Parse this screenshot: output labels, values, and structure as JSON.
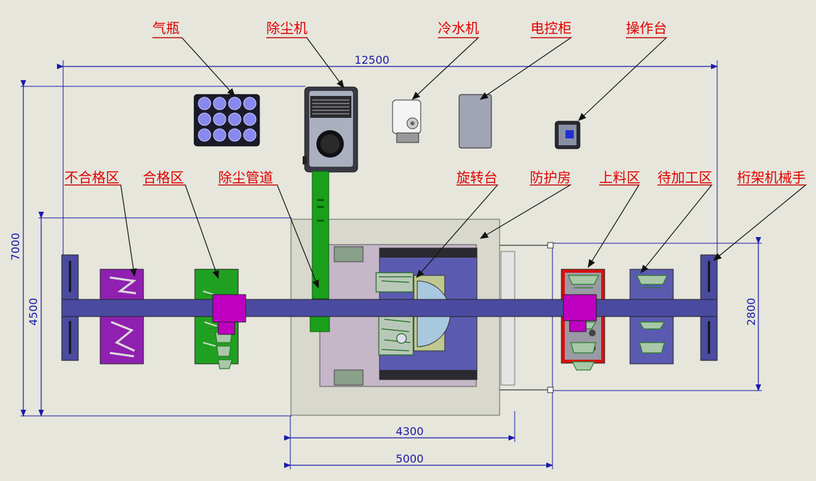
{
  "labels": {
    "gas_bottle": "气瓶",
    "dust_collector": "除尘机",
    "chiller": "冷水机",
    "control_cabinet": "电控柜",
    "operation_console": "操作台",
    "unqualified_area": "不合格区",
    "qualified_area": "合格区",
    "dust_pipe": "除尘管道",
    "rotary_table": "旋转台",
    "protection_room": "防护房",
    "loading_area": "上料区",
    "pending_area": "待加工区",
    "gantry_robot": "桁架机械手"
  },
  "dimensions": {
    "overall_width": "12500",
    "overall_height": "7000",
    "height_4500": "4500",
    "width_4300": "4300",
    "width_5000": "5000",
    "height_2800": "2800"
  },
  "colors": {
    "background": "#e6e6dc",
    "label_red": "#e00000",
    "dimension_blue": "#1a1aaa",
    "gantry_beam": "#4a4aa0",
    "gripper": "#c000c0",
    "qualified_green": "#20a020",
    "unqualified_purple": "#9020b0",
    "pipe_green": "#1aa01a",
    "room_gray": "#d8d8cc"
  }
}
